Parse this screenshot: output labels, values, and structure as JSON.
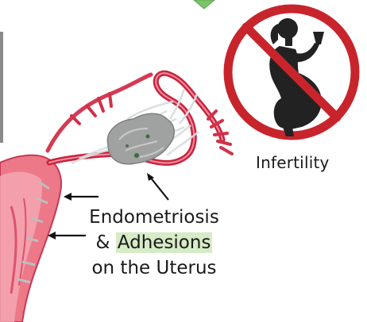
{
  "labels": {
    "infertility": "Infertility",
    "caption_line1": "Endometriosis",
    "caption_amp": "&",
    "caption_highlight": "Adhesions",
    "caption_line3": "on the Uterus"
  },
  "icons": {
    "prohibition_sign": "no-pregnancy-sign-icon",
    "silhouette": "pregnant-woman-drinking-icon",
    "green_marker": "green-arrow-icon"
  },
  "colors": {
    "prohibition_red": "#c8242c",
    "silhouette": "#222222",
    "tissue_pink": "#ea6f82",
    "tube_red": "#cf2f49",
    "lesion_gray": "#9a9d9b",
    "highlight_green": "#d6ebc6"
  }
}
